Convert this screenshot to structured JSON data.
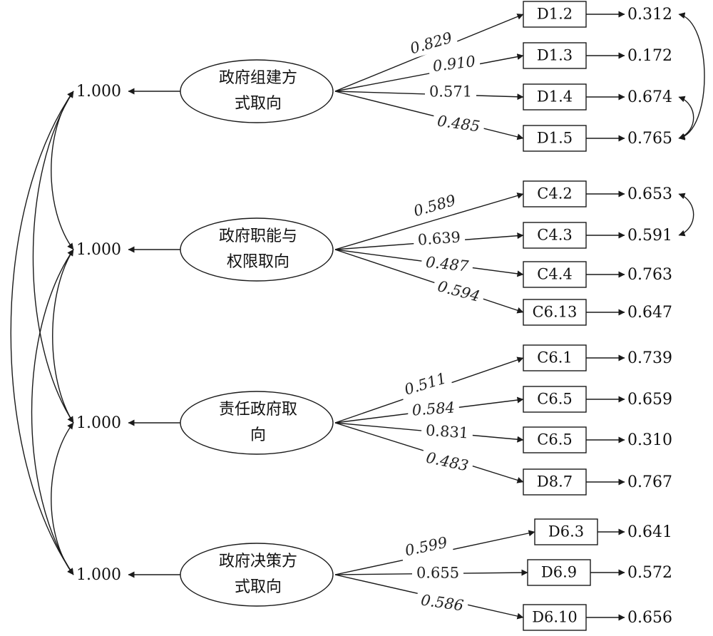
{
  "factors": [
    {
      "id": "f1",
      "label_lines": [
        "政府组建方",
        "式取向"
      ],
      "variance": "1.000",
      "indicators": [
        {
          "label": "D1.2",
          "loading": "0.829",
          "italic": true,
          "error": "0.312"
        },
        {
          "label": "D1.3",
          "loading": "0.910",
          "italic": true,
          "error": "0.172"
        },
        {
          "label": "D1.4",
          "loading": "0.571",
          "italic": false,
          "error": "0.674"
        },
        {
          "label": "D1.5",
          "loading": "0.485",
          "italic": true,
          "error": "0.765"
        }
      ]
    },
    {
      "id": "f2",
      "label_lines": [
        "政府职能与",
        "权限取向"
      ],
      "variance": "1.000",
      "indicators": [
        {
          "label": "C4.2",
          "loading": "0.589",
          "italic": true,
          "error": "0.653"
        },
        {
          "label": "C4.3",
          "loading": "0.639",
          "italic": false,
          "error": "0.591"
        },
        {
          "label": "C4.4",
          "loading": "0.487",
          "italic": true,
          "error": "0.763"
        },
        {
          "label": "C6.13",
          "loading": "0.594",
          "italic": true,
          "error": "0.647"
        }
      ]
    },
    {
      "id": "f3",
      "label_lines": [
        "责任政府取",
        "向"
      ],
      "variance": "1.000",
      "indicators": [
        {
          "label": "C6.1",
          "loading": "0.511",
          "italic": true,
          "error": "0.739"
        },
        {
          "label": "C6.5",
          "loading": "0.584",
          "italic": true,
          "error": "0.659"
        },
        {
          "label": "C6.5",
          "loading": "0.831",
          "italic": false,
          "error": "0.310"
        },
        {
          "label": "D8.7",
          "loading": "0.483",
          "italic": true,
          "error": "0.767"
        }
      ]
    },
    {
      "id": "f4",
      "label_lines": [
        "政府决策方",
        "式取向"
      ],
      "variance": "1.000",
      "indicators": [
        {
          "label": "D6.3",
          "loading": "0.599",
          "italic": true,
          "error": "0.641"
        },
        {
          "label": "D6.9",
          "loading": "0.655",
          "italic": false,
          "error": "0.572"
        },
        {
          "label": "D6.10",
          "loading": "0.586",
          "italic": true,
          "error": "0.656"
        }
      ]
    }
  ],
  "factor_correlations": [
    [
      "f1",
      "f2"
    ],
    [
      "f1",
      "f3"
    ],
    [
      "f1",
      "f4"
    ],
    [
      "f2",
      "f3"
    ],
    [
      "f2",
      "f4"
    ],
    [
      "f3",
      "f4"
    ]
  ],
  "error_covariances": [
    {
      "factor": "f1",
      "from": 0,
      "to": 3
    },
    {
      "factor": "f1",
      "from": 2,
      "to": 3
    },
    {
      "factor": "f2",
      "from": 0,
      "to": 1
    }
  ],
  "colors": {
    "line": "#1a1a1a",
    "text": "#111111",
    "background": "#ffffff"
  }
}
